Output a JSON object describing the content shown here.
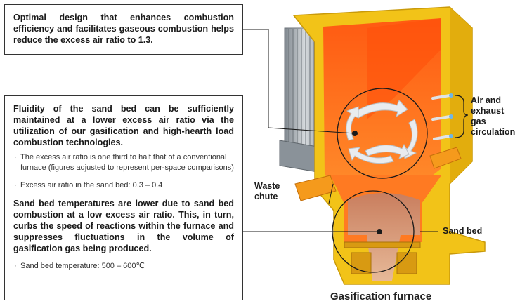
{
  "callouts": {
    "top_text": "Optimal design that enhances combustion efficiency and facilitates gaseous combustion helps reduce the excess air ratio to 1.3.",
    "main_text_1": "Fluidity of the sand bed can be sufficiently maintained at a lower excess air ratio via the utilization of our gasification and high-hearth load combustion technologies.",
    "bullet_1": "The excess air ratio is one third to half that of a conventional furnace (figures adjusted to represent per-space comparisons)",
    "bullet_2": "Excess air ratio in the sand bed: 0.3 – 0.4",
    "main_text_2": "Sand bed temperatures are lower due to sand bed combustion at a low excess air ratio. This, in turn, curbs the speed of reactions within the furnace and suppresses fluctuations in the volume of gasification gas being produced.",
    "bullet_3": "Sand bed temperature: 500 – 600℃"
  },
  "labels": {
    "air_line_1": "Air and",
    "air_line_2": "exhaust",
    "air_line_3": "gas",
    "air_line_4": "circulation",
    "waste_line_1": "Waste",
    "waste_line_2": "chute",
    "sand_bed": "Sand bed"
  },
  "caption": "Gasification furnace",
  "colors": {
    "fire_orange": "#ff6a1a",
    "wall_yellow": "#f2c318",
    "sand": "#d9a27a",
    "fin_grey": "#a9b0b6"
  }
}
